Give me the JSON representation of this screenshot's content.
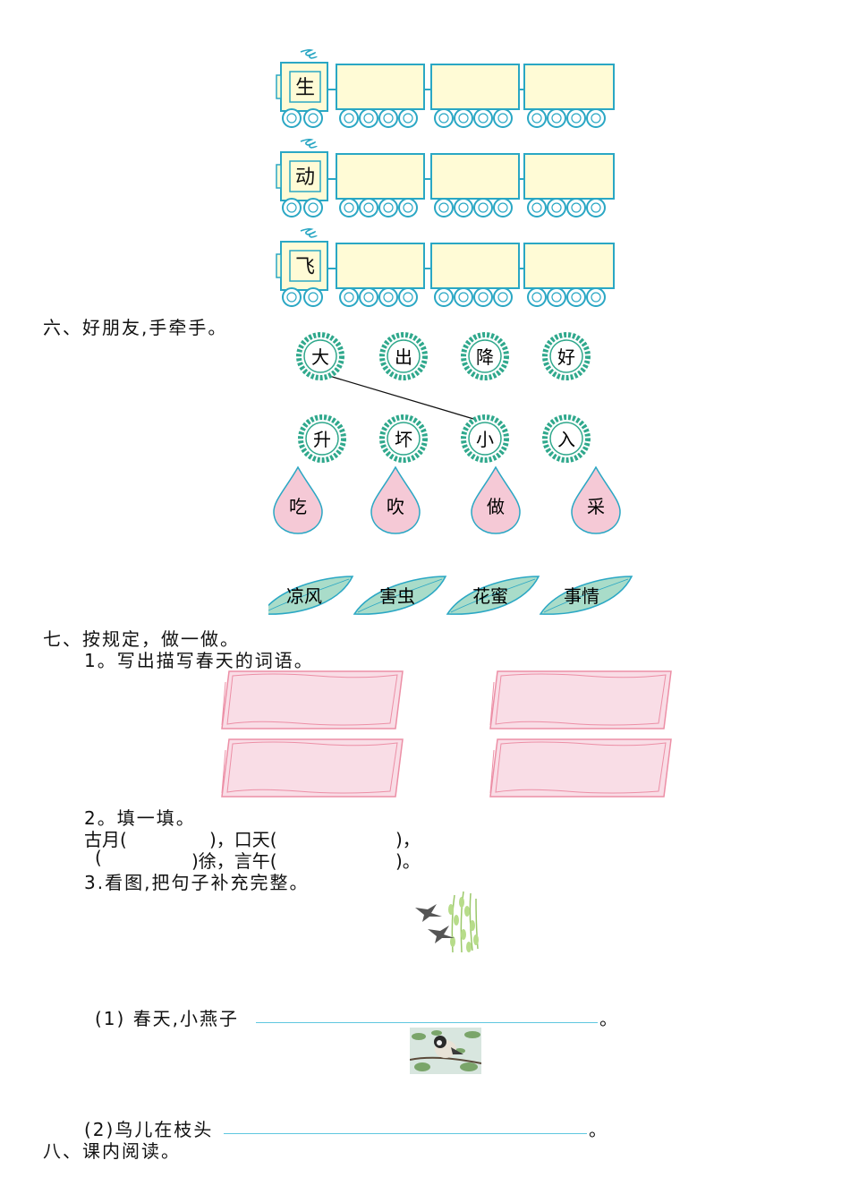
{
  "trains": [
    {
      "char": "生"
    },
    {
      "char": "动"
    },
    {
      "char": "飞"
    }
  ],
  "section6": {
    "title": "六、好朋友,手牵手。",
    "top_row": [
      "大",
      "出",
      "降",
      "好"
    ],
    "bottom_row": [
      "升",
      "坏",
      "小",
      "入"
    ],
    "drops": [
      "吃",
      "吹",
      "做",
      "采"
    ],
    "leaves": [
      "凉风",
      "害虫",
      "花蜜",
      "事情"
    ]
  },
  "section7": {
    "title": "七、按规定，做一做。",
    "q1": "1。写出描写春天的词语。",
    "q2": "2。填一填。",
    "q2_line1_a": "古月(",
    "q2_line1_b": ")，口天(",
    "q2_line1_c": ")，",
    "q2_line2_a": "(",
    "q2_line2_b": ")徐，言午(",
    "q2_line2_c": ")。",
    "q3": "3.看图,把句子补充完整。",
    "s1_prefix": "(1) 春天,小燕子",
    "s1_suffix": "。",
    "s2_prefix": "(2)鸟儿在枝头",
    "s2_suffix": "。"
  },
  "section8": {
    "title": "八、课内阅读。"
  },
  "colors": {
    "teal": "#2aa7c4",
    "train_fill": "#fffbd6",
    "badge_green": "#2fa88c",
    "drop_pink": "#f5c9d6",
    "leaf_green": "#a9dcc9",
    "frame_pink": "#f9dde6"
  }
}
